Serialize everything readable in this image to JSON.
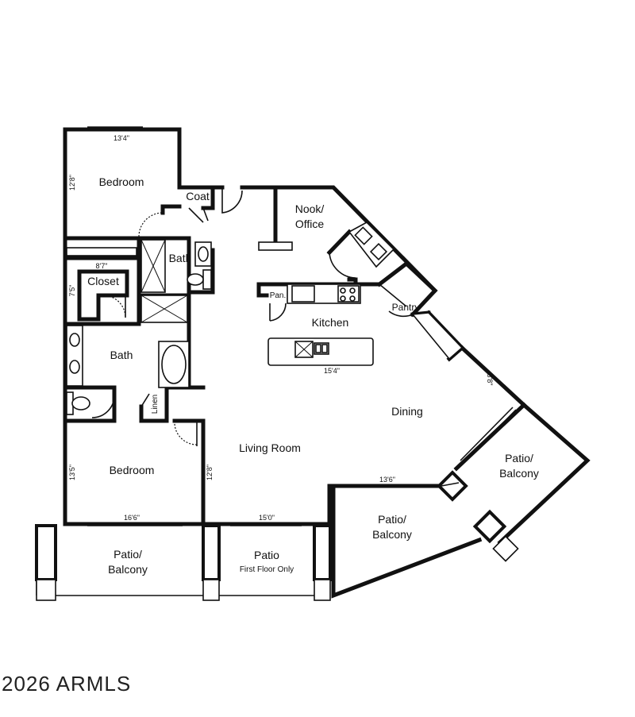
{
  "rooms": {
    "bedroom_1": "Bedroom",
    "coat": "Coat",
    "nook_1": "Nook/",
    "nook_2": "Office",
    "bath_1": "Bath",
    "closet": "Closet",
    "pan": "Pan.",
    "pantry": "Pantry",
    "kitchen": "Kitchen",
    "bath_2": "Bath",
    "linen": "Linen",
    "dining": "Dining",
    "living": "Living Room",
    "bedroom_2": "Bedroom",
    "patio_right_1": "Patio/",
    "patio_right_2": "Balcony",
    "patio_center_1": "Patio/",
    "patio_center_2": "Balcony",
    "patio_left_1": "Patio/",
    "patio_left_2": "Balcony",
    "patio_first_1": "Patio",
    "patio_first_2": "First Floor Only"
  },
  "dimensions": {
    "bedroom_1_width": "13'4\"",
    "bedroom_1_depth": "12'8\"",
    "closet_width": "8'7\"",
    "closet_depth": "7'5\"",
    "kitchen_width": "15'4\"",
    "dining_depth": "8'8\"",
    "patio_center_width": "13'6\"",
    "bedroom_2_depth": "13'5\"",
    "living_depth": "12'8\"",
    "bedroom_2_width": "16'6\"",
    "living_width": "15'0\""
  },
  "copyright": "2026 ARMLS"
}
